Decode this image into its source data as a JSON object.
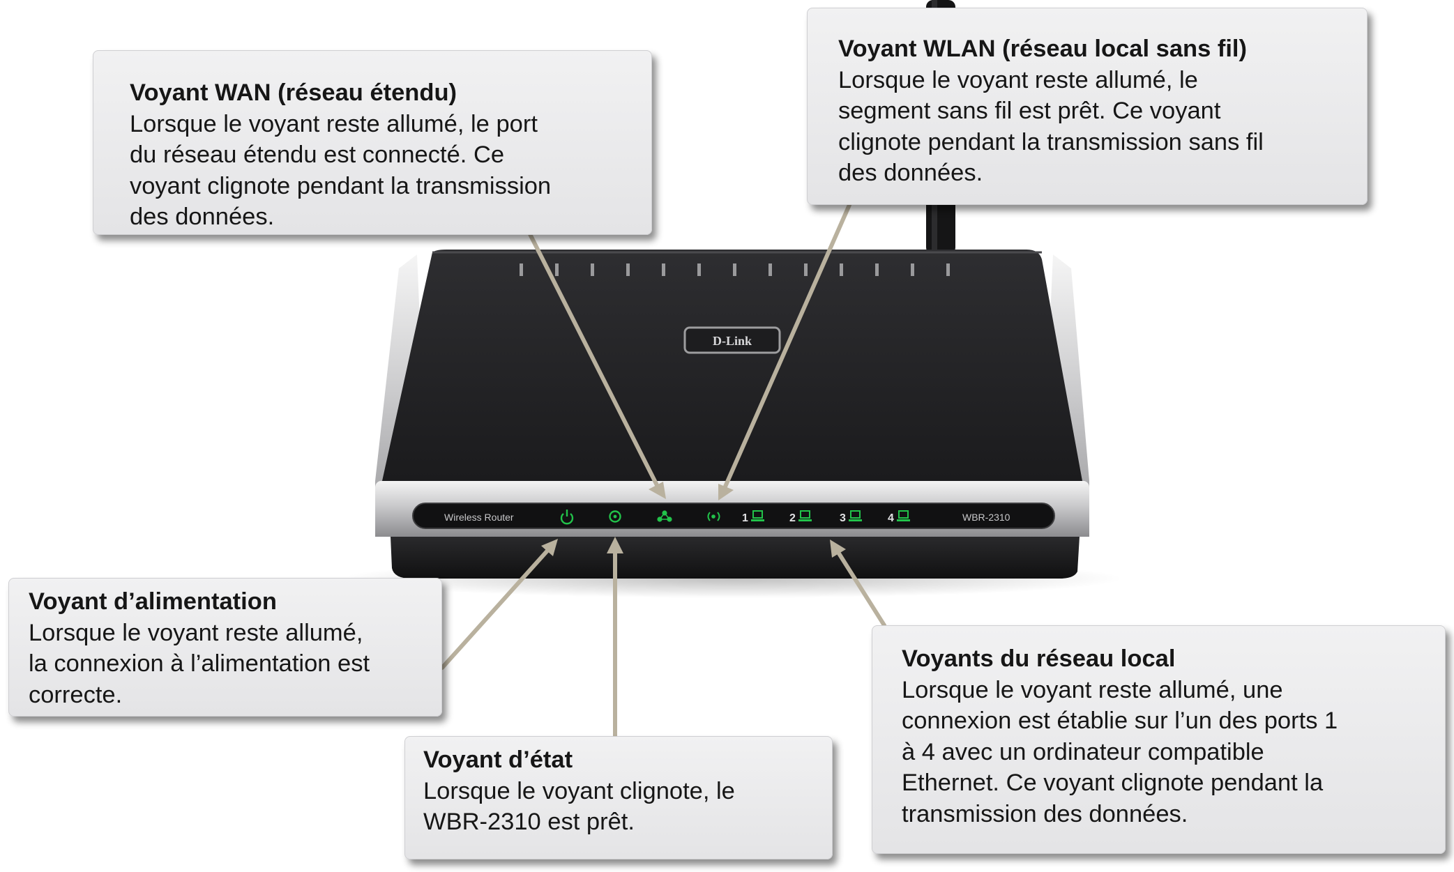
{
  "router": {
    "brand": "D-Link",
    "panel_label": "Wireless Router",
    "model": "WBR-2310",
    "port_numbers": [
      "1",
      "2",
      "3",
      "4"
    ]
  },
  "callouts": {
    "wan": {
      "title": "Voyant WAN (réseau étendu)",
      "lines": [
        "Lorsque le voyant reste allumé, le port",
        "du réseau étendu est connecté. Ce",
        "voyant clignote pendant la transmission",
        "des données."
      ]
    },
    "wlan": {
      "title": "Voyant WLAN (réseau local sans fil)",
      "lines": [
        "Lorsque le voyant reste allumé, le",
        "segment sans fil est prêt. Ce voyant",
        "clignote pendant la transmission sans fil",
        "des données."
      ]
    },
    "power": {
      "title": "Voyant d’alimentation",
      "lines": [
        "Lorsque le voyant reste allumé,",
        "la connexion à l’alimentation est",
        "correcte."
      ]
    },
    "status": {
      "title": "Voyant d’état",
      "lines": [
        "Lorsque le voyant clignote, le",
        "WBR-2310 est prêt."
      ]
    },
    "lan": {
      "title": "Voyants du réseau local",
      "lines": [
        "Lorsque le voyant reste allumé, une",
        "connexion est établie sur l’un des ports 1",
        "à 4 avec un ordinateur compatible",
        "Ethernet. Ce voyant clignote pendant la",
        "transmission des données."
      ]
    }
  },
  "colors": {
    "led_green": "#22c24a",
    "router_body": "#1c1c1e",
    "pointer": "#b9b19e"
  }
}
